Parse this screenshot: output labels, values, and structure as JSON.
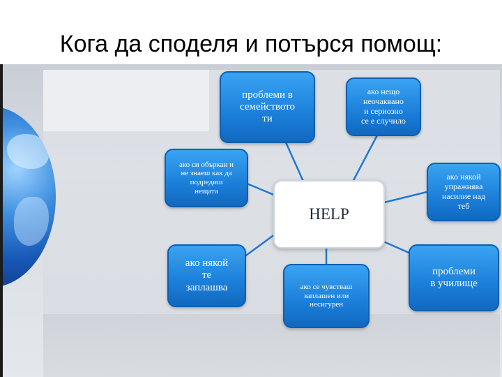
{
  "slide": {
    "title": "Кога да споделя и потърся помощ:"
  },
  "diagram": {
    "center": "HELP",
    "nodes": {
      "family": "проблеми в\nсемейството\nти",
      "unexpected": "ако нещо\nнеочаквано\nи сериозно\nсе е случило",
      "confused": "ако си объркан и\nне знаеш как да\nподредиш\nнещата",
      "violence": "ако някой\nупражнява\nнасилие над\nтеб",
      "threat": "ако някой\nте\nзаплашва",
      "unsafe": "ако се чувстваш\nзаплашен или\nнесигурен",
      "school": "проблеми\nв училище"
    }
  },
  "colors": {
    "node_fill": "#1b7fd9",
    "node_border": "#0e5fae",
    "center_fill": "#ffffff",
    "connector": "#1f78d1"
  }
}
